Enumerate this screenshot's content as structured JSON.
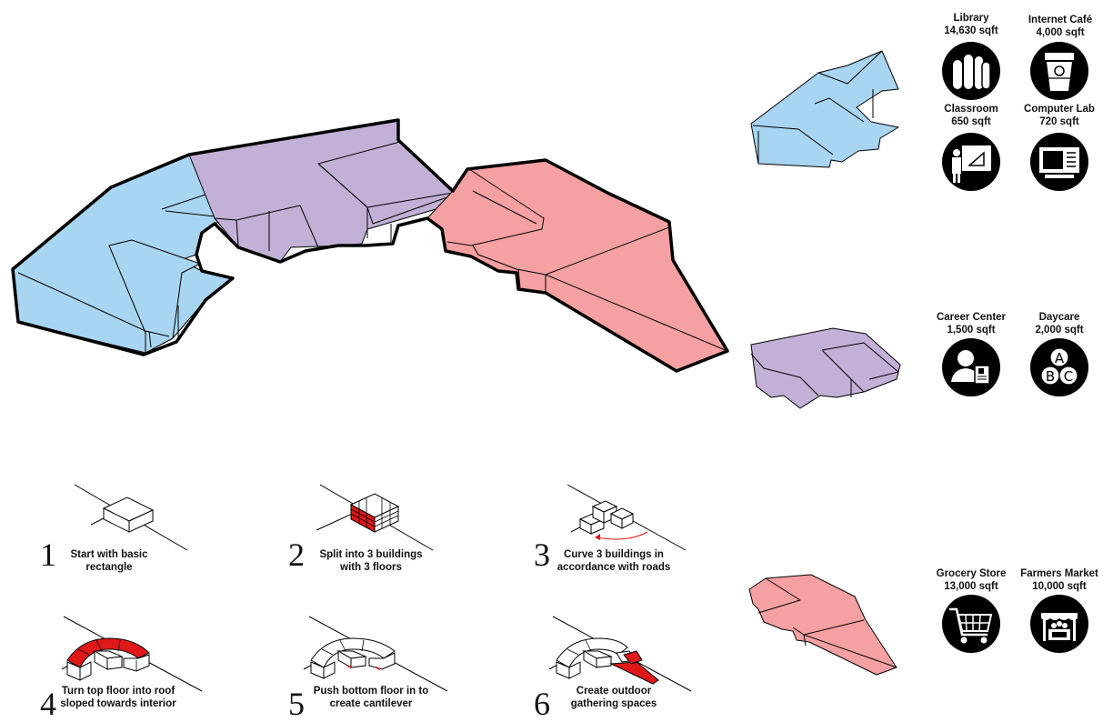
{
  "programs": [
    {
      "id": "library",
      "name": "Library",
      "area": "14,630 sqft",
      "icon": "books-icon"
    },
    {
      "id": "internet-cafe",
      "name": "Internet Café",
      "area": "4,000 sqft",
      "icon": "coffee-cup-icon"
    },
    {
      "id": "classroom",
      "name": "Classroom",
      "area": "650 sqft",
      "icon": "teacher-board-icon"
    },
    {
      "id": "computer-lab",
      "name": "Computer Lab",
      "area": "720 sqft",
      "icon": "computer-monitor-icon"
    },
    {
      "id": "career-center",
      "name": "Career Center",
      "area": "1,500 sqft",
      "icon": "person-resume-icon"
    },
    {
      "id": "daycare",
      "name": "Daycare",
      "area": "2,000 sqft",
      "icon": "abc-blocks-icon"
    },
    {
      "id": "grocery-store",
      "name": "Grocery Store",
      "area": "13,000 sqft",
      "icon": "shopping-cart-icon"
    },
    {
      "id": "farmers-market",
      "name": "Farmers Market",
      "area": "10,000 sqft",
      "icon": "market-stall-icon"
    }
  ],
  "steps": [
    {
      "number": "1",
      "text": "Start with basic rectangle"
    },
    {
      "number": "2",
      "text": "Split into 3 buildings with 3 floors"
    },
    {
      "number": "3",
      "text": "Curve 3 buildings in accordance with roads"
    },
    {
      "number": "4",
      "text": "Turn top floor into roof sloped towards interior"
    },
    {
      "number": "5",
      "text": "Push bottom floor in to create cantilever"
    },
    {
      "number": "6",
      "text": "Create outdoor gathering spaces"
    }
  ],
  "colors": {
    "blue": "#a8d5f1",
    "purple": "#c2b0d6",
    "red": "#f5a0a2",
    "accent_red": "#e01818",
    "black": "#000000"
  }
}
